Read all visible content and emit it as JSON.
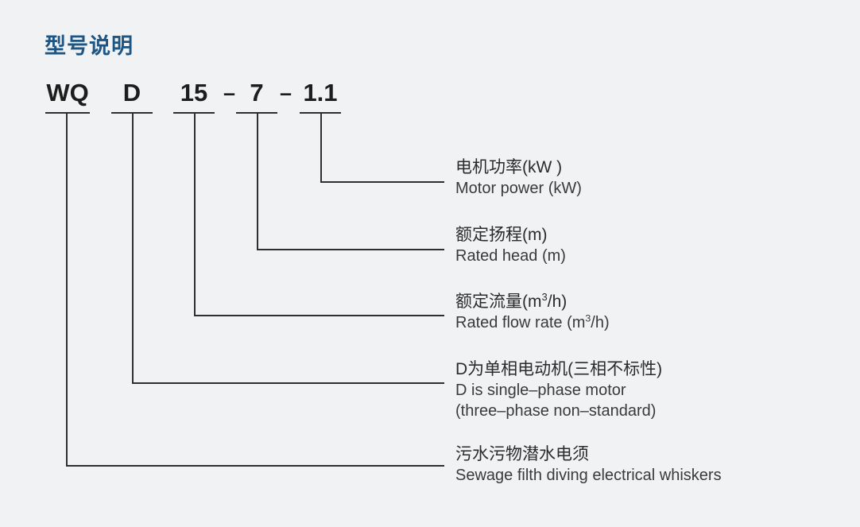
{
  "page": {
    "title": "型号说明",
    "title_color": "#1f5582",
    "background_color": "#f1f2f4",
    "line_color": "#2e2e33"
  },
  "model_code": {
    "segments": [
      {
        "label": "WQ",
        "underlined": true
      },
      {
        "label": "D",
        "underlined": true
      },
      {
        "label": "15",
        "underlined": true
      },
      {
        "label": "7",
        "underlined": true
      },
      {
        "label": "1.1",
        "underlined": true
      }
    ],
    "separators": [
      "–",
      "–"
    ]
  },
  "callouts": [
    {
      "source_segment": "1.1",
      "cn": "电机功率(kW )",
      "en_line1": "Motor power (kW)"
    },
    {
      "source_segment": "7",
      "cn": "额定扬程(m)",
      "en_line1": "Rated head (m)"
    },
    {
      "source_segment": "15",
      "cn_pre": "额定流量(m",
      "cn_sup": "3",
      "cn_post": "/h)",
      "en_pre": "Rated flow rate (m",
      "en_sup": "3",
      "en_post": "/h)"
    },
    {
      "source_segment": "D",
      "cn": "D为单相电动机(三相不标性)",
      "en_line1": "D is single–phase motor",
      "en_line2": "(three–phase non–standard)"
    },
    {
      "source_segment": "WQ",
      "cn": "污水污物潜水电须",
      "en_line1": "Sewage filth diving electrical whiskers"
    }
  ]
}
